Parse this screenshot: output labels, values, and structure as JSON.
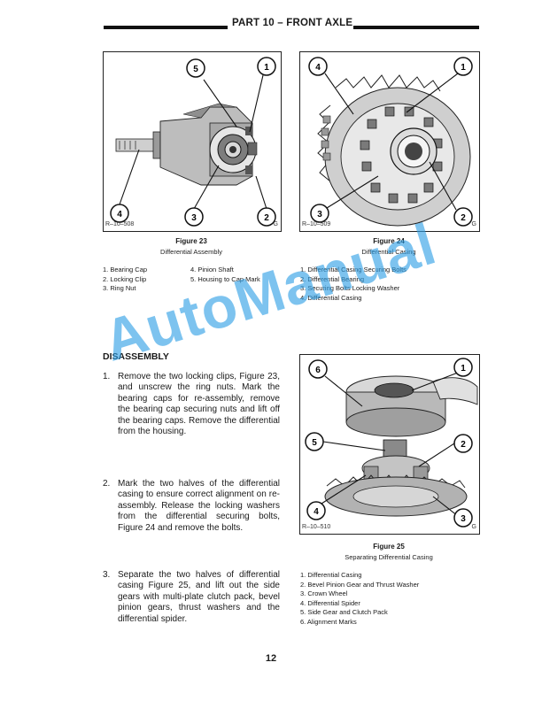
{
  "header": {
    "title": "PART 10 – FRONT AXLE"
  },
  "figure23": {
    "ref": "R–10–508",
    "g": "G",
    "callouts": [
      "5",
      "1",
      "4",
      "3",
      "2"
    ],
    "title": "Figure 23",
    "subtitle": "Differential Assembly",
    "legend_left": [
      "1.  Bearing Cap",
      "2.  Locking Clip",
      "3.  Ring Nut"
    ],
    "legend_right": [
      "4.  Pinion Shaft",
      "5.  Housing to Cap Mark"
    ]
  },
  "figure24": {
    "ref": "R–10–509",
    "g": "G",
    "callouts": [
      "4",
      "1",
      "3",
      "2"
    ],
    "title": "Figure 24",
    "subtitle": "Differential Casing",
    "legend": [
      "1.  Differential Casing Securing Bolts",
      "2.  Differential Bearing",
      "3.  Securing Bolts Locking Washer",
      "4.  Differential Casing"
    ]
  },
  "figure25": {
    "ref": "R–10–510",
    "g": "G",
    "callouts": [
      "6",
      "1",
      "5",
      "2",
      "4",
      "3"
    ],
    "title": "Figure 25",
    "subtitle": "Separating Differential Casing",
    "legend": [
      "1.  Differential Casing",
      "2.  Bevel Pinion Gear and Thrust Washer",
      "3.  Crown Wheel",
      "4.  Differential Spider",
      "5.  Side Gear and Clutch Pack",
      "6.  Alignment Marks"
    ]
  },
  "section": {
    "title": "DISASSEMBLY"
  },
  "steps": [
    {
      "num": "1.",
      "text": "Remove the two locking clips, Figure 23, and unscrew the ring nuts. Mark the bearing caps for re-assembly, remove the bearing cap securing nuts and lift off the bearing caps. Remove the differential from the housing."
    },
    {
      "num": "2.",
      "text": "Mark the two halves of the differential casing to ensure correct alignment on re-assembly. Release the locking washers from the differential securing bolts, Figure 24 and remove the bolts."
    },
    {
      "num": "3.",
      "text": "Separate the two halves of differential casing Figure 25, and lift out the side gears with multi-plate clutch pack, bevel pinion gears, thrust washers and the differential spider."
    }
  ],
  "page_number": "12",
  "watermark": "AutoManual",
  "colors": {
    "watermark": "#2e9fe6",
    "ink": "#111111"
  }
}
